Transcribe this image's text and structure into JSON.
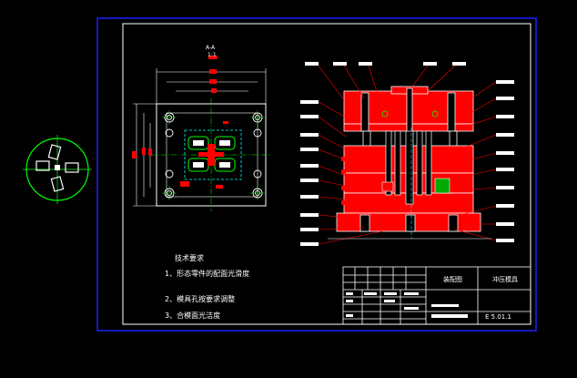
{
  "drawing": {
    "section_mark": "A-A",
    "scale": "1:1",
    "notes_title": "技术要求",
    "notes": [
      "1、形态零件的配面光滑度",
      "2、模具孔按要求调整",
      "3、合模面光洁度"
    ],
    "titleblock": {
      "center_label": "装配图",
      "right_label": "冲压模具",
      "drawing_number": "E 5.01.1"
    }
  },
  "colors": {
    "frame_outer": "#2020ff",
    "frame_inner": "#ffffff",
    "part_fill": "#ff0000",
    "outline": "#ffffff",
    "centerline": "#00ff00",
    "accent": "#00ffff"
  }
}
